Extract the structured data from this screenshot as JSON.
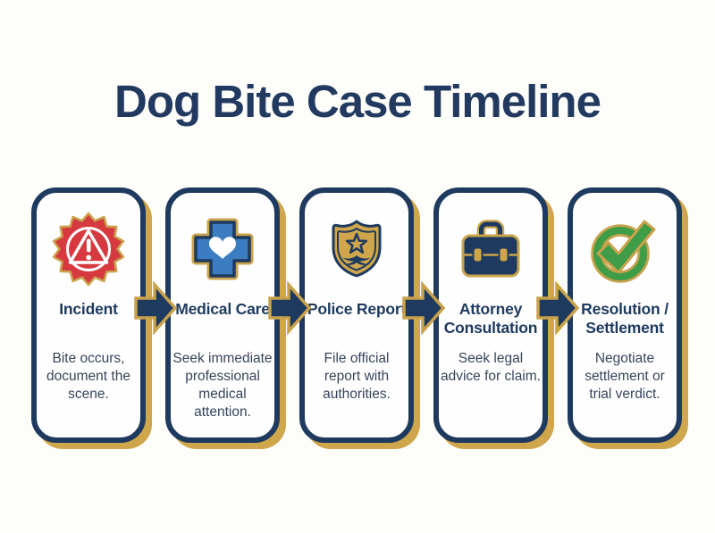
{
  "title": "Dog Bite Case Timeline",
  "colors": {
    "navy": "#1e3a5f",
    "gold": "#c9a24c",
    "gold_shadow": "#cfa64b",
    "red": "#d6393f",
    "blue": "#3b7dc0",
    "green": "#3f9c47",
    "background": "#fdfdfa"
  },
  "steps": [
    {
      "icon": "alert-seal-icon",
      "heading": "Incident",
      "description": "Bite occurs, document the scene."
    },
    {
      "icon": "medical-cross-icon",
      "heading": "Medical Care",
      "description": "Seek immediate professional medical attention."
    },
    {
      "icon": "police-badge-icon",
      "heading": "Police Report",
      "description": "File official report with authorities."
    },
    {
      "icon": "briefcase-icon",
      "heading": "Attorney Consultation",
      "description": "Seek legal advice for claim."
    },
    {
      "icon": "check-circle-icon",
      "heading": "Resolution / Settlement",
      "description": "Negotiate settlement or trial verdict."
    }
  ],
  "connector": "arrow-right-icon"
}
